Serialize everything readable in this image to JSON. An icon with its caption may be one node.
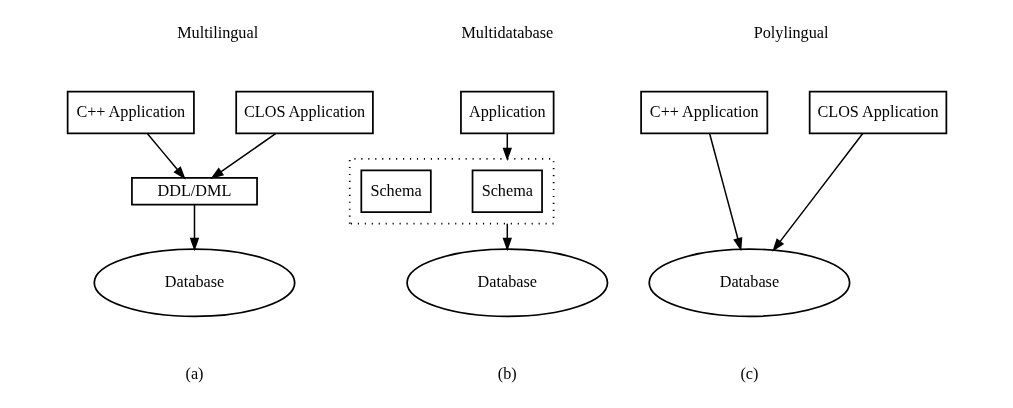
{
  "diagram": {
    "nodes": [
      {
        "text": [
          "C++ Application"
        ]
      },
      {
        "text": [
          "CLOS Application"
        ]
      },
      {
        "text": [
          "DDL/DML"
        ]
      },
      {
        "text": [
          "Database"
        ]
      },
      {
        "text": [
          "Application"
        ]
      },
      {
        "text": [],
        "shape": "box"
      },
      {
        "text": [
          "Schema"
        ],
        "in": 5
      },
      {
        "text": [
          "Schema"
        ],
        "in": 5
      },
      {
        "text": [
          "Database"
        ]
      },
      {
        "text": [
          "C++ Application"
        ]
      },
      {
        "text": [
          "CLOS Application"
        ]
      },
      {
        "text": [
          "Database"
        ]
      }
    ],
    "edges": [
      {
        "from": 0,
        "to": 2,
        "arrow": "to"
      },
      {
        "from": 1,
        "to": 2,
        "arrow": "to"
      },
      {
        "from": 2,
        "to": 3,
        "arrow": "to"
      },
      {
        "from": 4,
        "to": 5,
        "arrow": "to"
      },
      {
        "from": 5,
        "to": 8,
        "arrow": "to"
      },
      {
        "from": 9,
        "to": 11,
        "arrow": "to"
      },
      {
        "from": 10,
        "to": 11,
        "arrow": "to"
      }
    ],
    "labels": [
      "Multilingual",
      "Multidatabase",
      "Polylingual",
      "(a)",
      "(b)",
      "(c)"
    ]
  }
}
